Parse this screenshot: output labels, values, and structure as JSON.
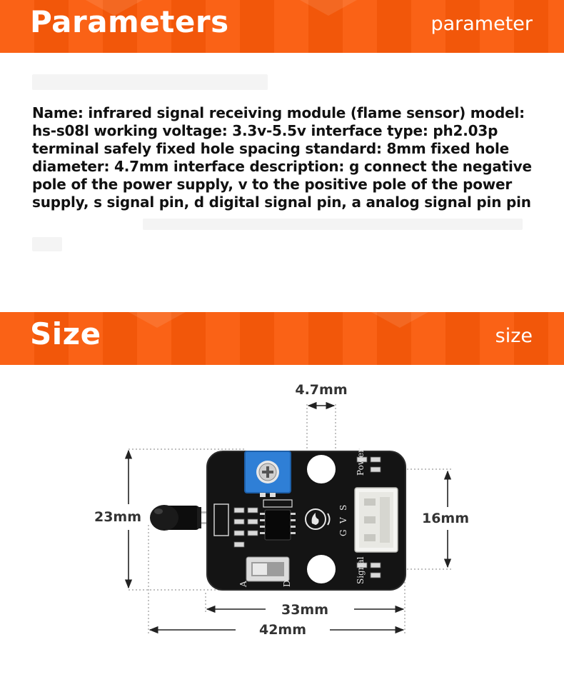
{
  "section_parameters": {
    "title": "Parameters",
    "subtitle": "parameter"
  },
  "description": "Name: infrared signal receiving module (flame sensor) model: hs-s08l working voltage: 3.3v-5.5v interface type: ph2.03p terminal safely fixed hole spacing standard: 8mm fixed hole diameter: 4.7mm interface description: g connect the negative pole of the power supply, v to the positive pole of the power supply, s signal pin, d digital signal pin, a analog signal pin pin",
  "section_size": {
    "title": "Size",
    "subtitle": "size"
  },
  "dimensions": {
    "hole_diameter": "4.7mm",
    "height": "23mm",
    "hole_spacing": "16mm",
    "board_width": "33mm",
    "total_width": "42mm"
  },
  "board_labels": {
    "power": "Power",
    "signal": "Signal",
    "g": "G",
    "v": "V",
    "s": "S",
    "a": "A",
    "d": "D"
  },
  "colors": {
    "accent": "#fa5a0a",
    "board": "#141414",
    "potentiometer": "#2f7fd6"
  }
}
